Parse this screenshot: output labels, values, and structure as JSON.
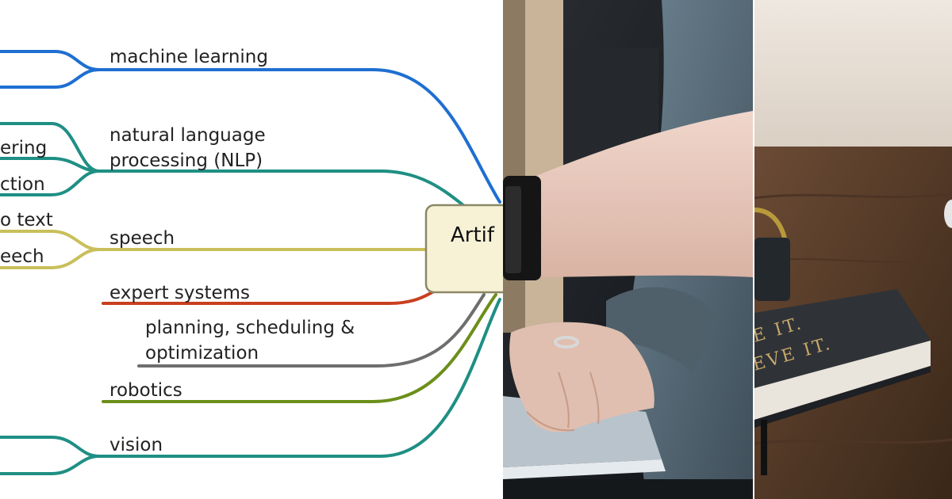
{
  "mindmap": {
    "root_label": "Artif",
    "branches": [
      {
        "id": "ml",
        "lines": [
          "machine learning"
        ],
        "color": "#1f6fd1",
        "sub_labels": []
      },
      {
        "id": "nlp",
        "lines": [
          "natural language",
          "processing (NLP)"
        ],
        "color": "#1f8f84",
        "sub_labels": [
          "ering",
          "ction"
        ]
      },
      {
        "id": "speech",
        "lines": [
          "speech"
        ],
        "color": "#c9bf5a",
        "sub_labels": [
          "o text",
          "eech"
        ]
      },
      {
        "id": "expert",
        "lines": [
          "expert systems"
        ],
        "color": "#c8401f",
        "sub_labels": []
      },
      {
        "id": "planning",
        "lines": [
          "planning, scheduling &",
          "optimization"
        ],
        "color": "#6e6e6e",
        "sub_labels": []
      },
      {
        "id": "robotics",
        "lines": [
          "robotics"
        ],
        "color": "#6b8f1a",
        "sub_labels": []
      },
      {
        "id": "vision",
        "lines": [
          "vision"
        ],
        "color": "#1f8f84",
        "sub_labels": []
      }
    ]
  },
  "photos": {
    "left": {
      "subject": "arm-with-smartwatch-on-laptop"
    },
    "right": {
      "subject": "notebook-and-glasses-on-desk",
      "text_lines": [
        "E IT.",
        "EVE IT."
      ]
    }
  }
}
